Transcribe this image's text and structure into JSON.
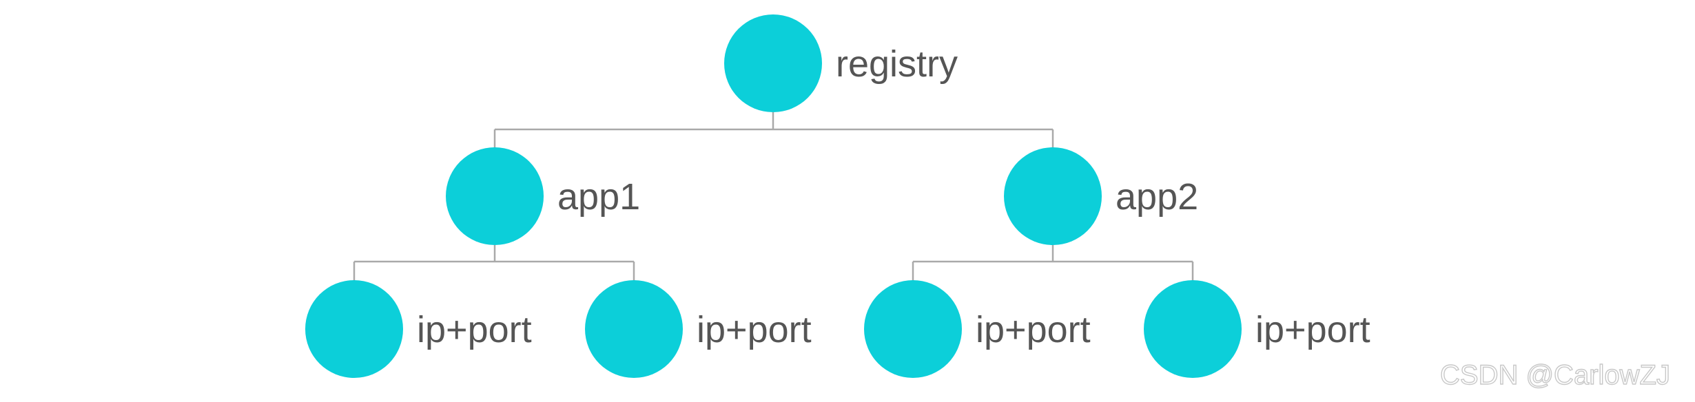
{
  "tree": {
    "root": {
      "label": "registry",
      "children": [
        {
          "label": "app1",
          "children": [
            {
              "label": "ip+port"
            },
            {
              "label": "ip+port"
            }
          ]
        },
        {
          "label": "app2",
          "children": [
            {
              "label": "ip+port"
            },
            {
              "label": "ip+port"
            }
          ]
        }
      ]
    }
  },
  "watermark": "CSDN @CarlowZJ",
  "colors": {
    "node": "#0ccfd9",
    "connector": "#a9a9a9",
    "label": "#555555"
  }
}
